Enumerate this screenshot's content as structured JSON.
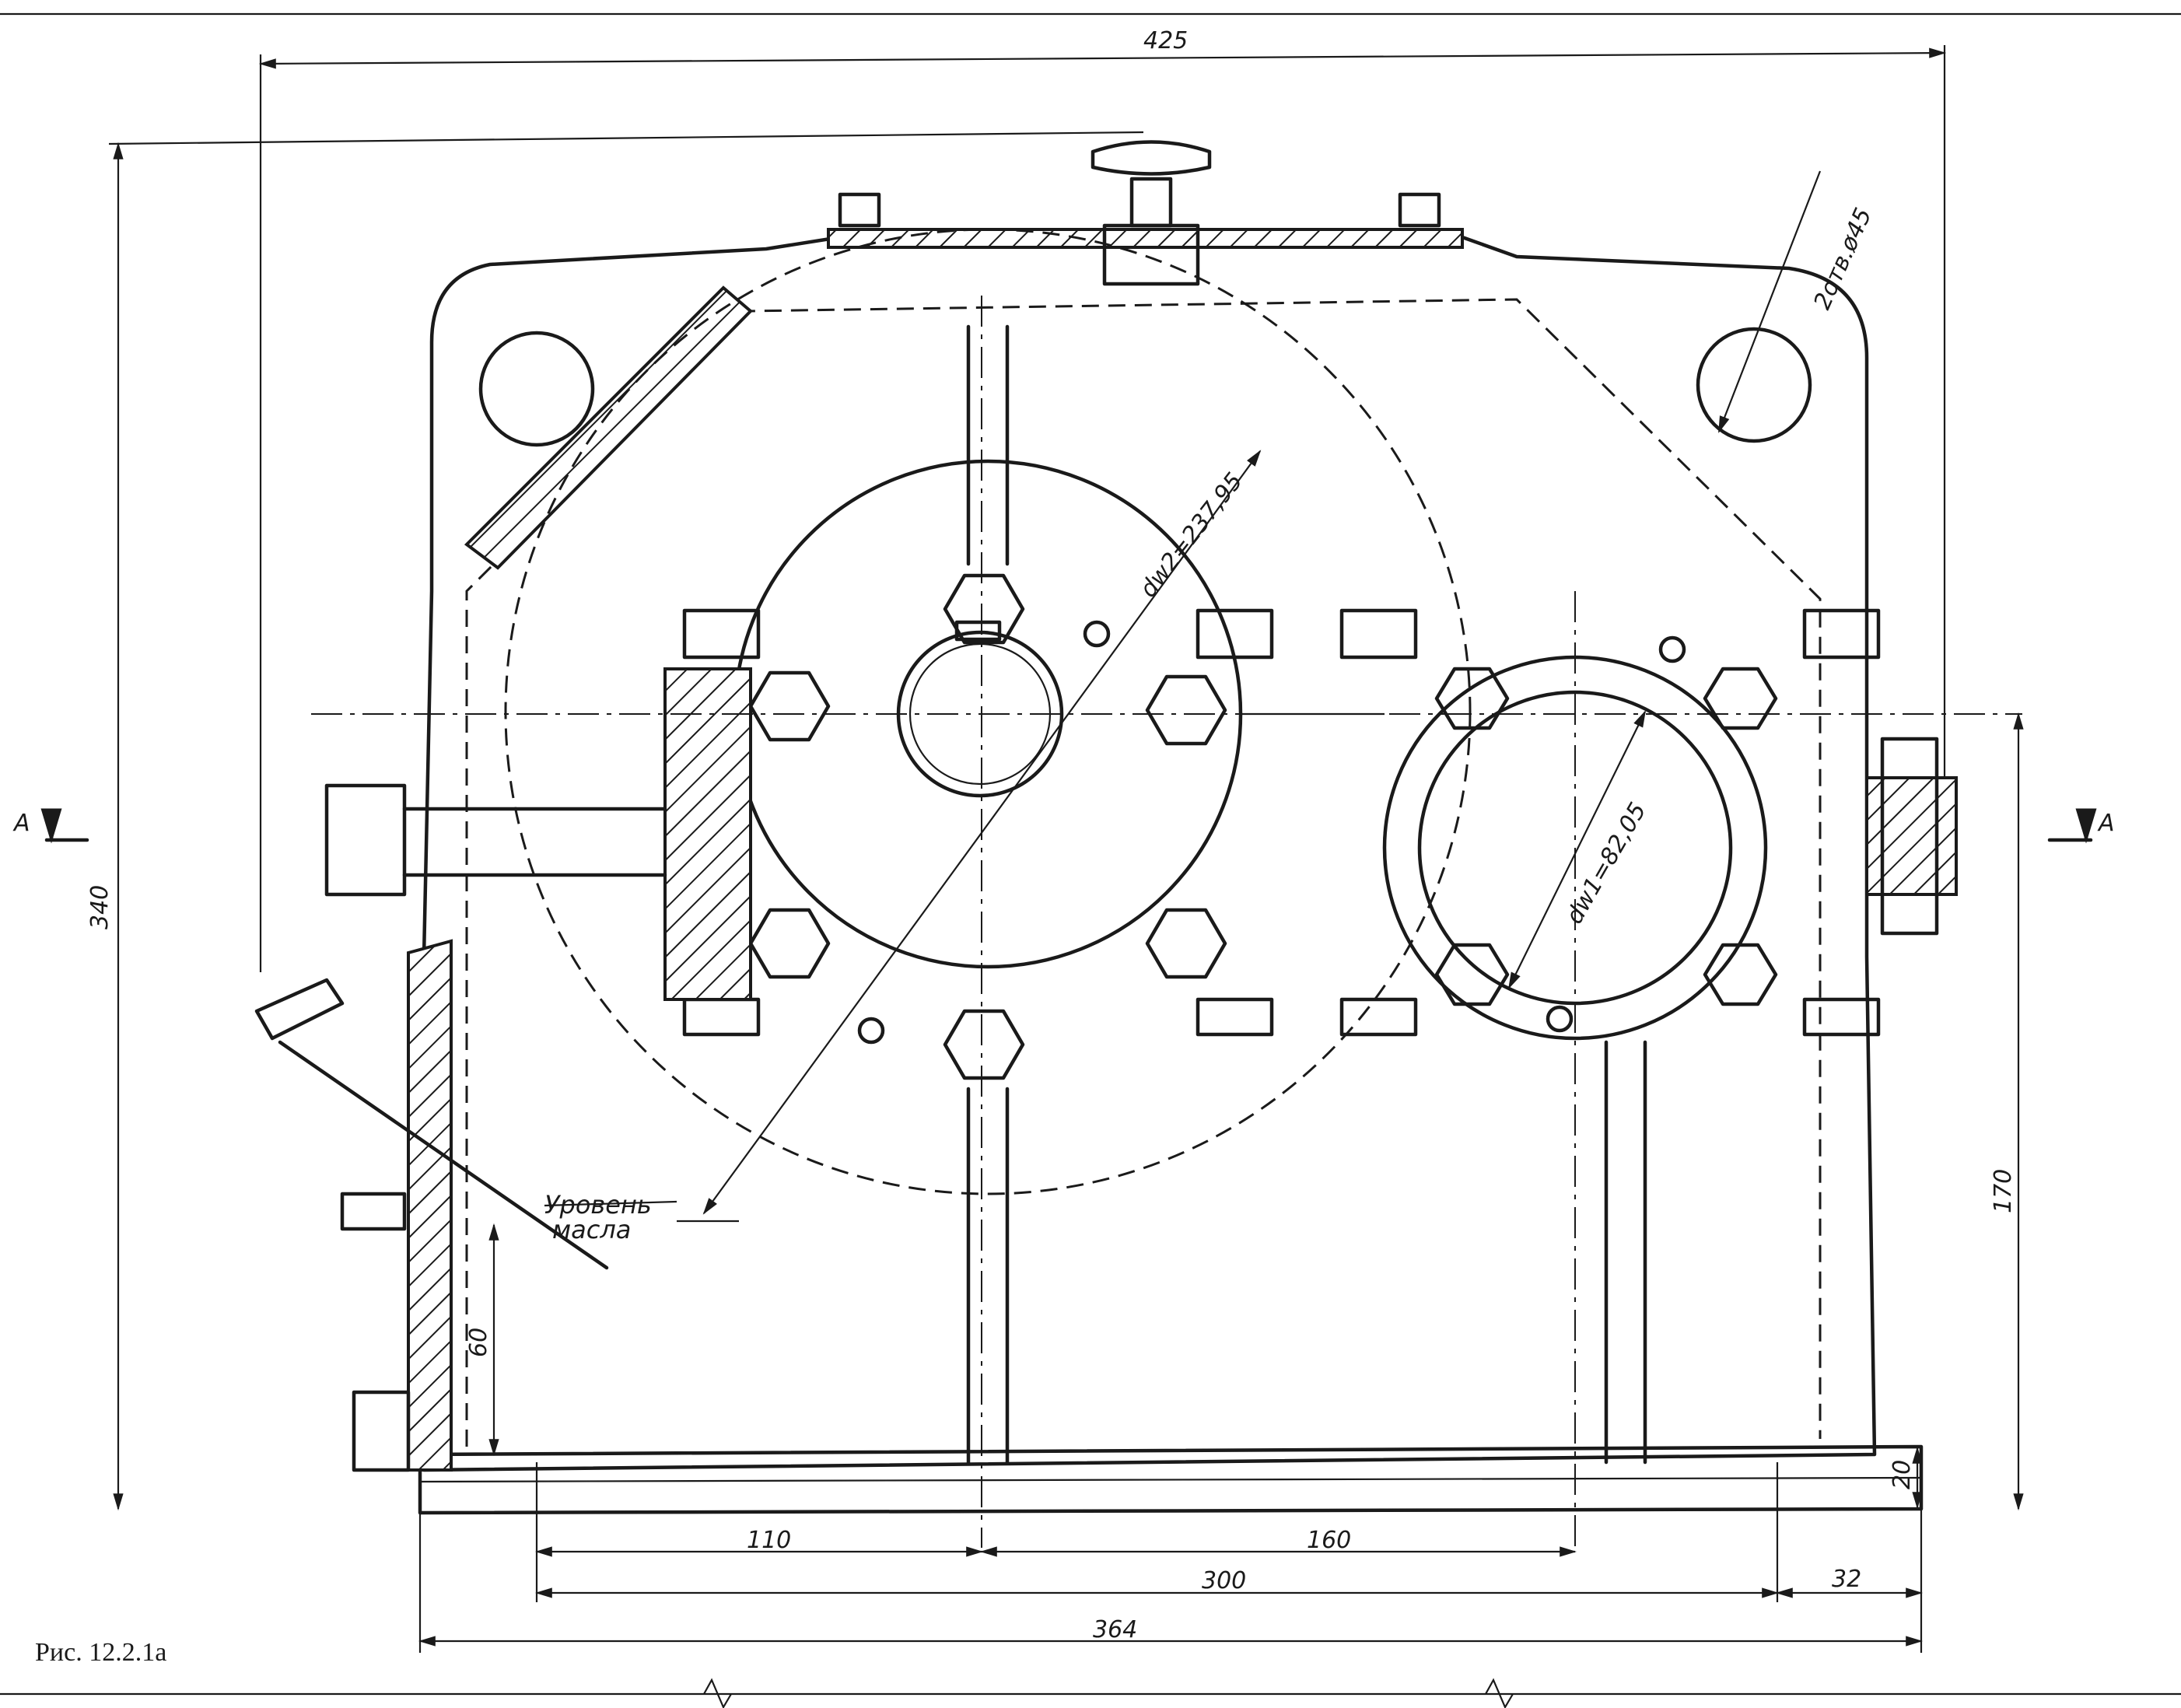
{
  "caption": "Рис. 12.2.1а",
  "section_marker": "A",
  "oil_level": {
    "line1": "Уровень",
    "line2": "масла"
  },
  "dimensions": {
    "overall_width": "425",
    "overall_height": "340",
    "width_364": "364",
    "width_300": "300",
    "dist_110": "110",
    "dist_160": "160",
    "dist_32": "32",
    "height_170": "170",
    "height_60": "60",
    "height_20": "20",
    "holes": "2отв.ø45",
    "dw1": "dw1=82,05",
    "dw2": "dw2=237,95"
  },
  "colors": {
    "line": "#1a1a1a",
    "paper": "#ffffff"
  }
}
